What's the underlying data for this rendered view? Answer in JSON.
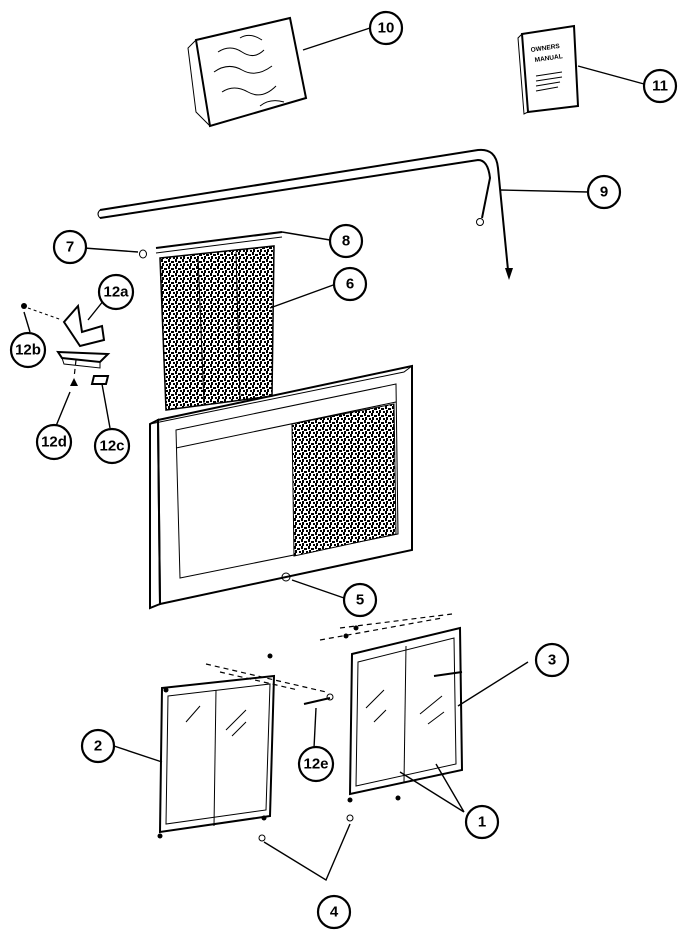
{
  "manual": {
    "line1": "OWNERS",
    "line2": "MANUAL"
  },
  "callouts": [
    {
      "id": "c10",
      "label": "10"
    },
    {
      "id": "c11",
      "label": "11"
    },
    {
      "id": "c9",
      "label": "9"
    },
    {
      "id": "c7",
      "label": "7"
    },
    {
      "id": "c8",
      "label": "8"
    },
    {
      "id": "c6",
      "label": "6"
    },
    {
      "id": "c12a",
      "label": "12a"
    },
    {
      "id": "c12b",
      "label": "12b"
    },
    {
      "id": "c12d",
      "label": "12d"
    },
    {
      "id": "c12c",
      "label": "12c"
    },
    {
      "id": "c5",
      "label": "5"
    },
    {
      "id": "c3",
      "label": "3"
    },
    {
      "id": "c2",
      "label": "2"
    },
    {
      "id": "c12e",
      "label": "12e"
    },
    {
      "id": "c1",
      "label": "1"
    },
    {
      "id": "c4",
      "label": "4"
    }
  ]
}
